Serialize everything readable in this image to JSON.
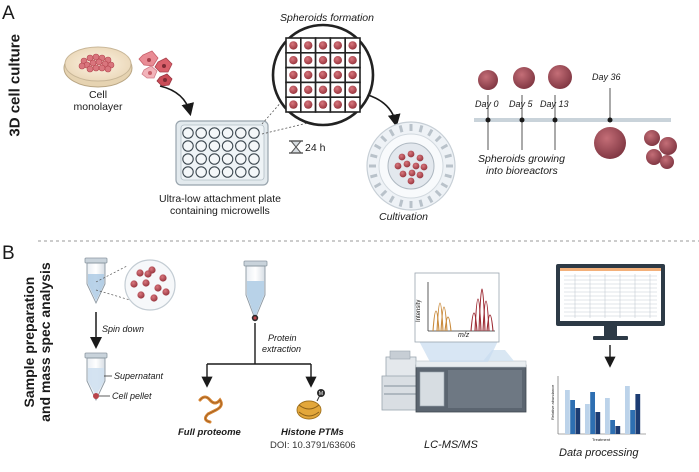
{
  "panel_a": {
    "letter": "A",
    "section_title": "3D cell culture",
    "cell_monolayer": "Cell\nmonolayer",
    "spheroids_formation": "Spheroids formation",
    "time_24h": "24 h",
    "plate_caption_line1": "Ultra-low attachment plate",
    "plate_caption_line2": "containing microwells",
    "cultivation": "Cultivation",
    "timeline": {
      "day0": "Day 0",
      "day5": "Day 5",
      "day13": "Day 13",
      "day36": "Day 36"
    },
    "growing_line1": "Spheroids growing",
    "growing_line2": "into bioreactors"
  },
  "panel_b": {
    "letter": "B",
    "section_title_line1": "Sample preparation",
    "section_title_line2": "and mass spec analysis",
    "spin_down": "Spin down",
    "supernatant": "Supernatant",
    "cell_pellet": "Cell pellet",
    "protein_extraction_line1": "Protein",
    "protein_extraction_line2": "extraction",
    "full_proteome": "Full proteome",
    "histone_ptms": "Histone PTMs",
    "doi": "DOI: 10.3791/63606",
    "spectrum_ylabel": "Intensity",
    "spectrum_xlabel": "m/z",
    "lcms": "LC-MS/MS",
    "data_processing": "Data processing",
    "bar_ylabel": "Relative abundance",
    "bar_xlabel": "Treatment"
  },
  "colors": {
    "cell_red": "#b9444a",
    "cell_pink": "#e98c95",
    "spheroid": "#a14c55",
    "timeline": "#c9d3da",
    "bar_light": "#bcd3ea",
    "bar_mid": "#2e6fb2",
    "bar_dark": "#1c3c73"
  }
}
